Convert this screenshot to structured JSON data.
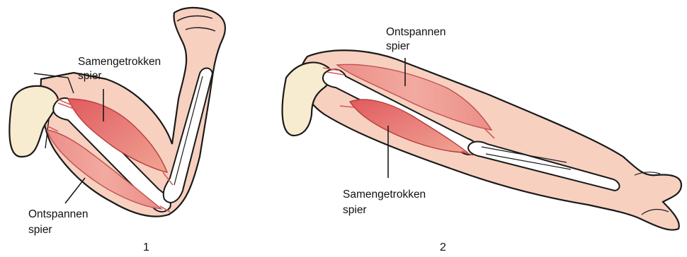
{
  "figures": [
    {
      "number": "1",
      "top_label": {
        "line1": "Samengetrokken",
        "line2": "spier"
      },
      "bottom_label": {
        "line1": "Ontspannen",
        "line2": "spier"
      }
    },
    {
      "number": "2",
      "top_label": {
        "line1": "Ontspannen",
        "line2": "spier"
      },
      "bottom_label": {
        "line1": "Samengetrokken",
        "line2": "spier"
      }
    }
  ],
  "colors": {
    "skin": "#f7d0c0",
    "bone": "#ffffff",
    "scapula": "#f8ecd0",
    "muscle": "#e88f88",
    "muscle_contracted": "#e06a6a",
    "tendon": "#d85a5a",
    "outline": "#1a1a1a"
  }
}
